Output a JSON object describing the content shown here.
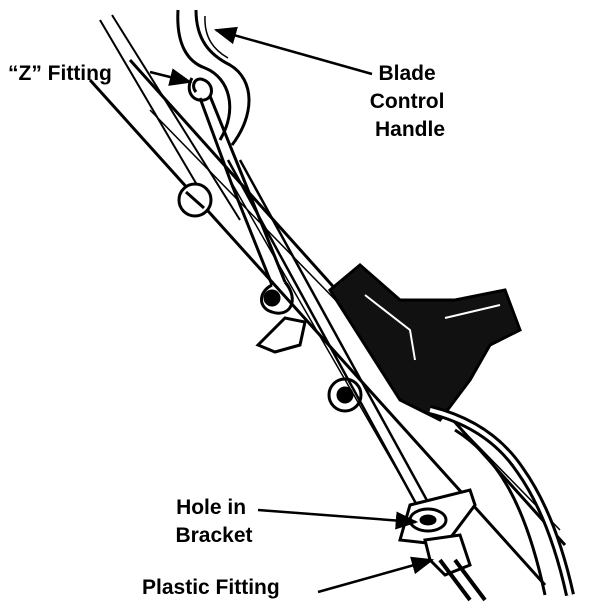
{
  "labels": {
    "z_fitting": "“Z” Fitting",
    "blade_control_handle": [
      "Blade",
      "Control",
      "Handle"
    ],
    "hole_in_bracket": [
      "Hole in",
      "Bracket"
    ],
    "plastic_fitting": "Plastic Fitting"
  },
  "colors": {
    "ink": "#000000",
    "paper": "#ffffff"
  }
}
